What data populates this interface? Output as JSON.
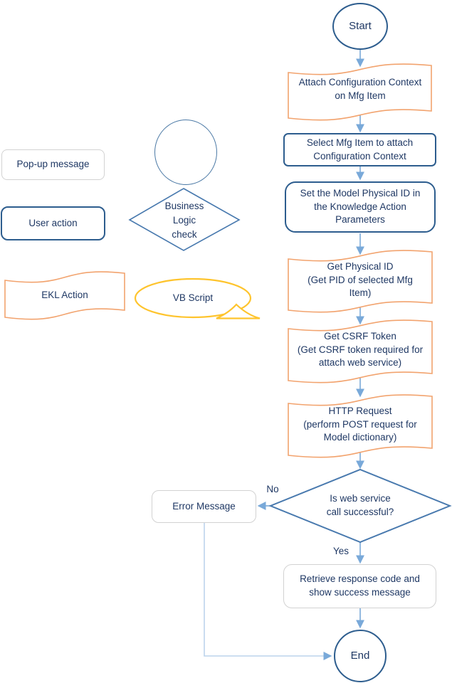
{
  "colors": {
    "blue": "#2d5d8e",
    "diamond": "#4879ae",
    "tape": "#f2a36e",
    "gold": "#fec42d",
    "gray": "#d2d2d2",
    "arrow": "#79a9d9",
    "arrow_light": "#bcd3ec",
    "text": "#1f3864",
    "legend_circle": "#4b79a5"
  },
  "legend": {
    "popup_label": "Pop-up message",
    "user_action_label": "User action",
    "ekl_action_label": "EKL Action",
    "business_logic_label": "Business\nLogic\ncheck",
    "vb_script_label": "VB Script"
  },
  "flow": {
    "start_label": "Start",
    "attach_config_label": "Attach Configuration Context\non Mfg Item",
    "select_item_label": "Select Mfg Item to attach\nConfiguration Context",
    "set_model_label": "Set the Model Physical ID in\nthe Knowledge Action\nParameters",
    "get_pid_label": "Get Physical ID\n(Get PID of selected Mfg\nItem)",
    "get_csrf_label": "Get CSRF Token\n(Get CSRF token required for\nattach web service)",
    "http_request_label": "HTTP Request\n(perform POST request for\nModel dictionary)",
    "decision_label": "Is web service\ncall successful?",
    "no_label": "No",
    "yes_label": "Yes",
    "error_label": "Error Message",
    "retrieve_label": "Retrieve response code and\nshow success message",
    "end_label": "End"
  }
}
